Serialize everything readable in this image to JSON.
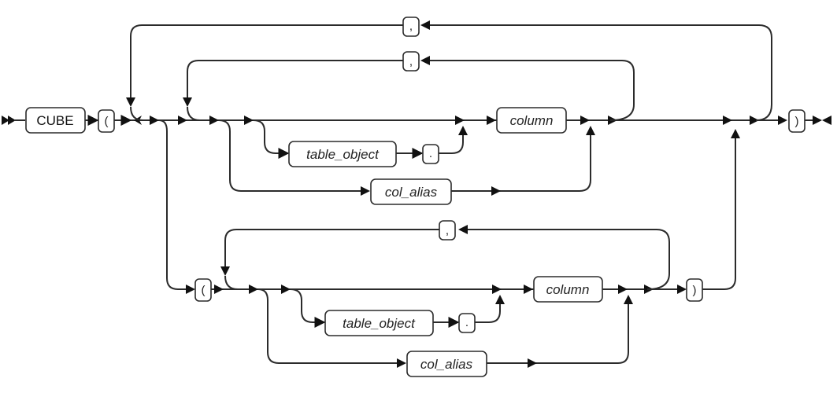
{
  "diagram": {
    "type": "railroad-syntax-diagram",
    "keyword": "CUBE",
    "open_paren": "(",
    "close_paren": ")",
    "comma": ",",
    "dot": ".",
    "outer_loop_separator": ",",
    "upper_branch": {
      "loop_separator": ",",
      "table_object": "table_object",
      "dot": ".",
      "column": "column",
      "col_alias": "col_alias"
    },
    "lower_branch": {
      "open_paren": "(",
      "loop_separator": ",",
      "table_object": "table_object",
      "dot": ".",
      "column": "column",
      "col_alias": "col_alias",
      "close_paren": ")"
    }
  }
}
